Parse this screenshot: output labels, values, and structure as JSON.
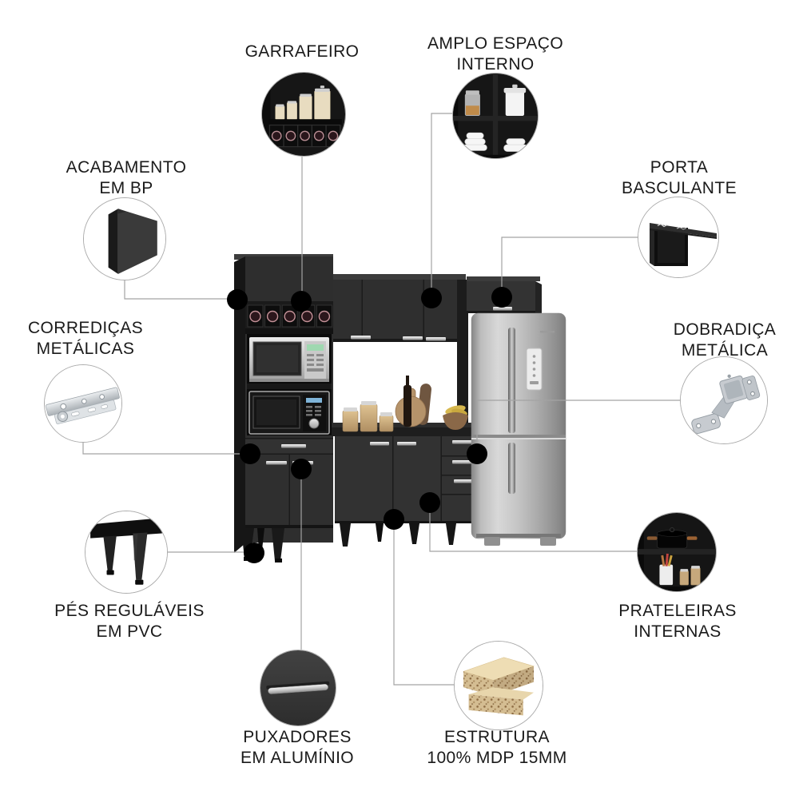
{
  "colors": {
    "background": "#ffffff",
    "cabinet_dark": "#2f2f2f",
    "connector_line": "#a3a3a3",
    "anchor_dot": "#000000",
    "fridge_silver": "#bdbdbd",
    "label_text": "#1a1a1a"
  },
  "product": {
    "description_icons": [
      "kitchen-cabinet-set-icon",
      "microwave-icon",
      "refrigerator-icon"
    ]
  },
  "callouts": [
    {
      "id": "garrafeiro",
      "label_lines": [
        "GARRAFEIRO"
      ],
      "icon": "bottle-rack-icon"
    },
    {
      "id": "amplo-espaco",
      "label_lines": [
        "AMPLO ESPAÇO",
        "INTERNO"
      ],
      "icon": "open-shelves-icon"
    },
    {
      "id": "acabamento-bp",
      "label_lines": [
        "ACABAMENTO",
        "EM BP"
      ],
      "icon": "bp-finish-panel-icon"
    },
    {
      "id": "porta-basculante",
      "label_lines": [
        "PORTA",
        "BASCULANTE"
      ],
      "icon": "flip-up-door-icon"
    },
    {
      "id": "corredicas",
      "label_lines": [
        "CORREDIÇAS",
        "METÁLICAS"
      ],
      "icon": "metal-drawer-slide-icon"
    },
    {
      "id": "dobradica",
      "label_lines": [
        "DOBRADIÇA",
        "METÁLICA"
      ],
      "icon": "metal-hinge-icon"
    },
    {
      "id": "pes-regulaveis",
      "label_lines": [
        "PÉS REGULÁVEIS",
        "EM PVC"
      ],
      "icon": "pvc-adjustable-feet-icon"
    },
    {
      "id": "prateleiras",
      "label_lines": [
        "PRATELEIRAS",
        "INTERNAS"
      ],
      "icon": "internal-shelves-icon"
    },
    {
      "id": "puxadores",
      "label_lines": [
        "PUXADORES",
        "EM ALUMÍNIO"
      ],
      "icon": "aluminum-handle-icon"
    },
    {
      "id": "estrutura",
      "label_lines": [
        "ESTRUTURA",
        "100% MDP 15MM"
      ],
      "icon": "mdp-board-icon"
    }
  ]
}
